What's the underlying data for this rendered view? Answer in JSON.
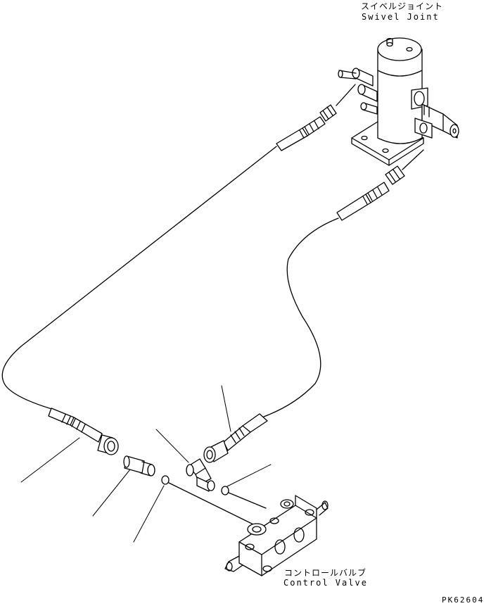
{
  "labels": {
    "swivel_joint_jp": "スイベルジョイント",
    "swivel_joint_en": "Swivel Joint",
    "control_valve_jp": "コントロールバルブ",
    "control_valve_en": "Control Valve",
    "drawing_code": "PK62604"
  },
  "colors": {
    "line": "#000000",
    "background": "#ffffff"
  }
}
